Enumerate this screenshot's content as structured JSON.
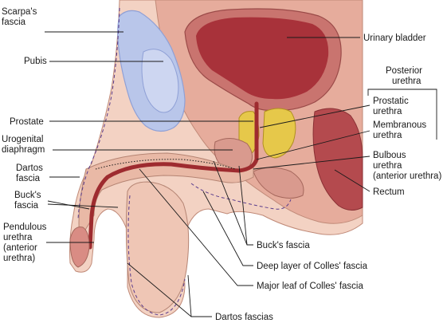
{
  "labels": {
    "scarpas_fascia": [
      "Scarpa's",
      "fascia"
    ],
    "pubis": [
      "Pubis"
    ],
    "prostate": [
      "Prostate"
    ],
    "urogenital_diaphragm": [
      "Urogenital",
      "diaphragm"
    ],
    "dartos_fascia": [
      "Dartos",
      "fascia"
    ],
    "bucks_fascia_left": [
      "Buck's",
      "fascia"
    ],
    "pendulous_urethra": [
      "Pendulous",
      "urethra",
      "(anterior",
      "urethra)"
    ],
    "urinary_bladder": [
      "Urinary bladder"
    ],
    "posterior_urethra": [
      "Posterior",
      "urethra"
    ],
    "prostatic_urethra": [
      "Prostatic",
      "urethra"
    ],
    "membranous_urethra": [
      "Membranous",
      "urethra"
    ],
    "bulbous_urethra": [
      "Bulbous",
      "urethra",
      "(anterior urethra)"
    ],
    "rectum": [
      "Rectum"
    ],
    "bucks_fascia_bottom": [
      "Buck's fascia"
    ],
    "deep_layer_colles": [
      "Deep layer of Colles' fascia"
    ],
    "major_leaf_colles": [
      "Major leaf of Colles' fascia"
    ],
    "dartos_fascias": [
      "Dartos fascias"
    ]
  },
  "colors": {
    "skin": "#f3d2c3",
    "skin_dark": "#e9b9a6",
    "tissue": "#d99a8e",
    "bladder_wall": "#c9746f",
    "bladder_inner": "#a8323a",
    "bone": "#b9c6ea",
    "bone_dark": "#8fa0d6",
    "prostate": "#e6c84a",
    "urethra": "#9e2b2f",
    "rectum": "#b44a4e",
    "fascia_dash": "#5a3c8c"
  }
}
